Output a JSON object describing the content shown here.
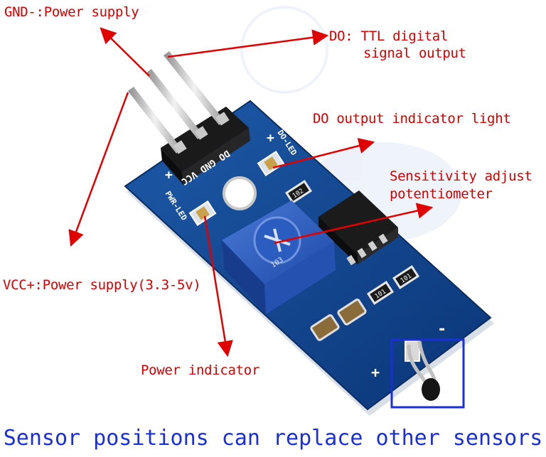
{
  "labels": {
    "gnd": "GND-:Power supply",
    "do_line1": "DO: TTL digital",
    "do_line2": "signal output",
    "do_led": "DO output indicator light",
    "sens_line1": "Sensitivity adjust",
    "sens_line2": "potentiometer",
    "vcc": "VCC+:Power supply(3.3-5v)",
    "power_ind": "Power indicator"
  },
  "board_silkscreen": {
    "pins": "DO GND VCC",
    "do_led": "DO-LED",
    "pwr_led": "PWR-LED",
    "plus": "+",
    "minus": "-",
    "resistor": "101",
    "resistor2": "102",
    "pot_marking": "103"
  },
  "caption": "Sensor positions can replace other sensors",
  "colors": {
    "annotation": "#d40000",
    "caption": "#1a2fd8",
    "board": "#0f3f86",
    "highlight_box": "#1a2fd8"
  }
}
